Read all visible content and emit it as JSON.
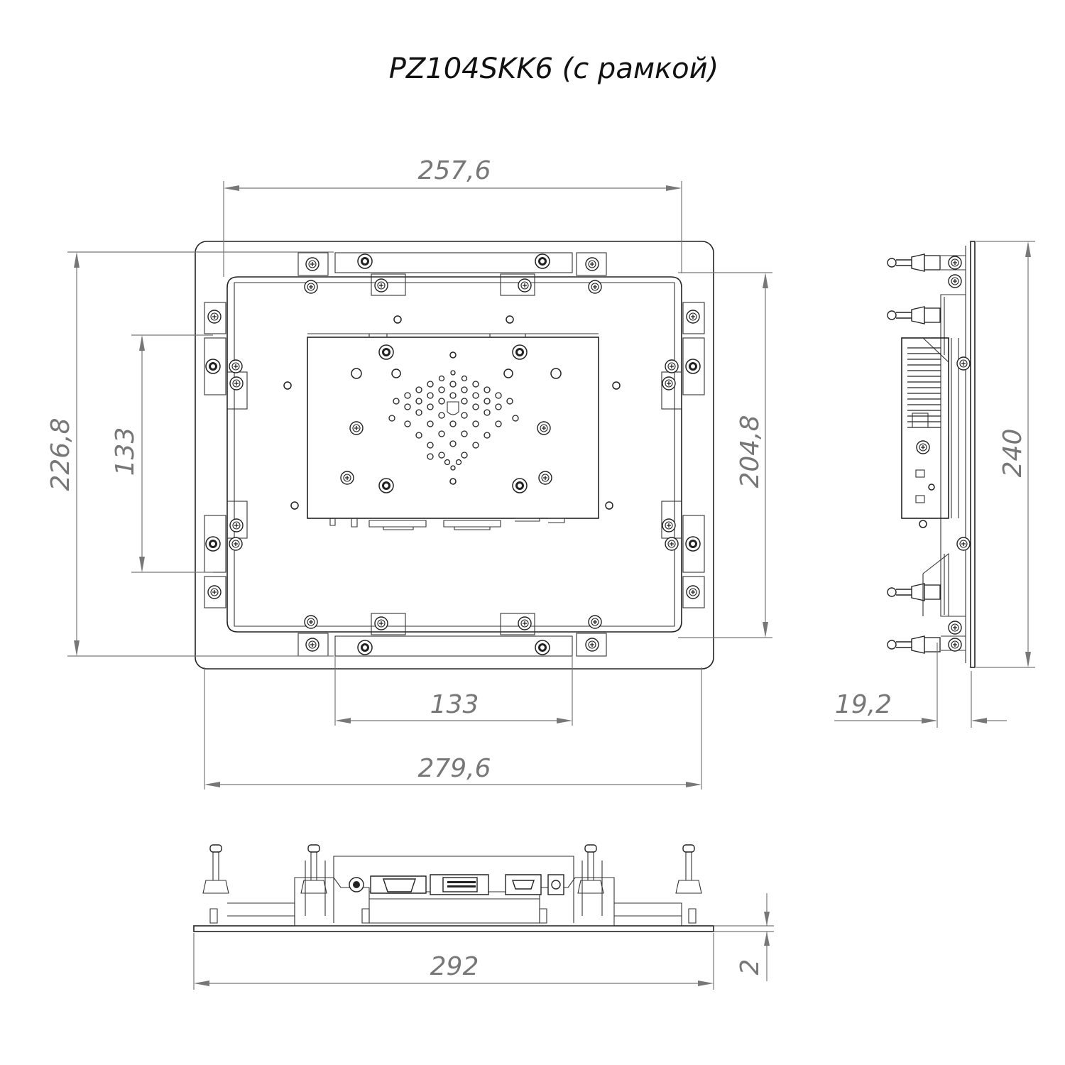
{
  "title": "PZ104SKK6 (с рамкой)",
  "dimensions": {
    "top_width": "257,6",
    "left_outer_height": "226,8",
    "left_inner_height": "133",
    "right_height": "204,8",
    "bottom_inner_width": "133",
    "bottom_outer_width": "279,6",
    "side_height": "240",
    "side_depth": "19,2",
    "bottom_view_width": "292",
    "bottom_view_thickness": "2"
  }
}
